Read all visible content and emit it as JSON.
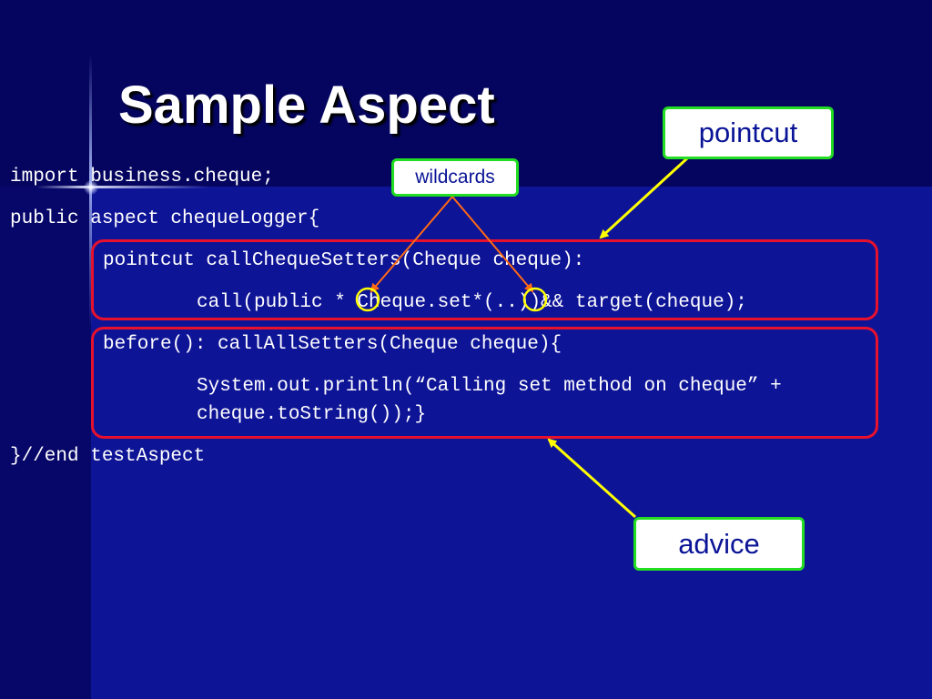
{
  "slide": {
    "title": "Sample Aspect",
    "code_lines": [
      "import business.cheque;",
      "public aspect chequeLogger{",
      "pointcut callChequeSetters(Cheque cheque):",
      "call(public * Cheque.set*(..))&& target(cheque);",
      "before(): callAllSetters(Cheque cheque){",
      "System.out.println(“Calling set method on cheque” +",
      "cheque.toString());}",
      "}//end testAspect"
    ]
  },
  "callouts": {
    "pointcut": "pointcut",
    "wildcards": "wildcards",
    "advice": "advice"
  },
  "colors": {
    "background": "#0e1496",
    "code_text": "#ffffff",
    "highlight_box": "#e8112d",
    "callout_border": "#22dd22",
    "callout_text": "#0a1496",
    "yellow_arrow": "#ffff00",
    "orange_arrow": "#ff6a13"
  }
}
